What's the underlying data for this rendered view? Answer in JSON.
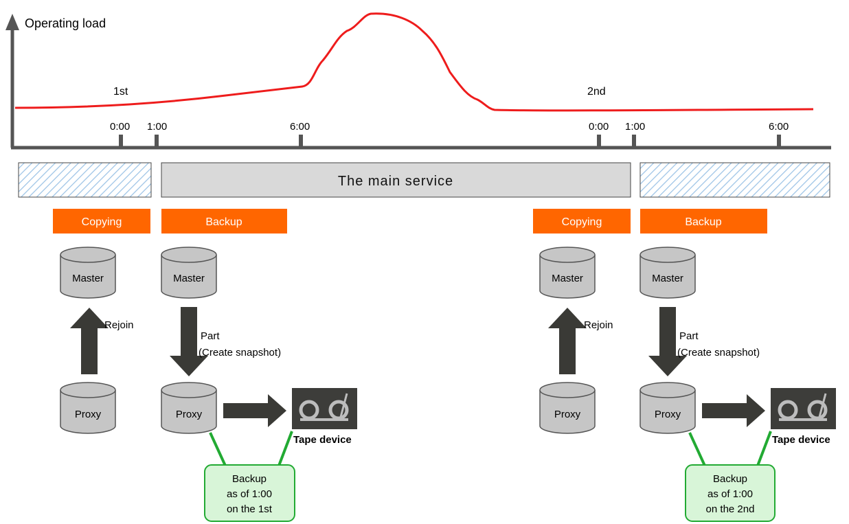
{
  "axis": {
    "y_label": "Operating load"
  },
  "days": [
    "1st",
    "2nd"
  ],
  "ticks": [
    "0:00",
    "1:00",
    "6:00",
    "0:00",
    "1:00",
    "6:00"
  ],
  "main_service_label": "The main service",
  "tasks": {
    "copying": "Copying",
    "backup": "Backup"
  },
  "volumes": {
    "master": "Master",
    "proxy": "Proxy"
  },
  "arrows": {
    "rejoin": "Rejoin",
    "part": "Part",
    "create_snapshot": "(Create snapshot)"
  },
  "tape_device": "Tape device",
  "backup_notes": [
    [
      "Backup",
      "as of 1:00",
      "on the 1st"
    ],
    [
      "Backup",
      "as of 1:00",
      "on the 2nd"
    ]
  ],
  "colors": {
    "load_curve": "#ee1c1c",
    "task_box": "#ff6600",
    "main_service_bar": "#d9d9d9",
    "hatch": "#9cc3e6",
    "volume": "#c6c6c6",
    "arrow": "#3a3a36",
    "note_fill": "#d8f5d8",
    "note_border": "#22aa33"
  },
  "icons": [
    "tape-device-icon",
    "volume-cylinder-icon",
    "arrow-icon"
  ]
}
